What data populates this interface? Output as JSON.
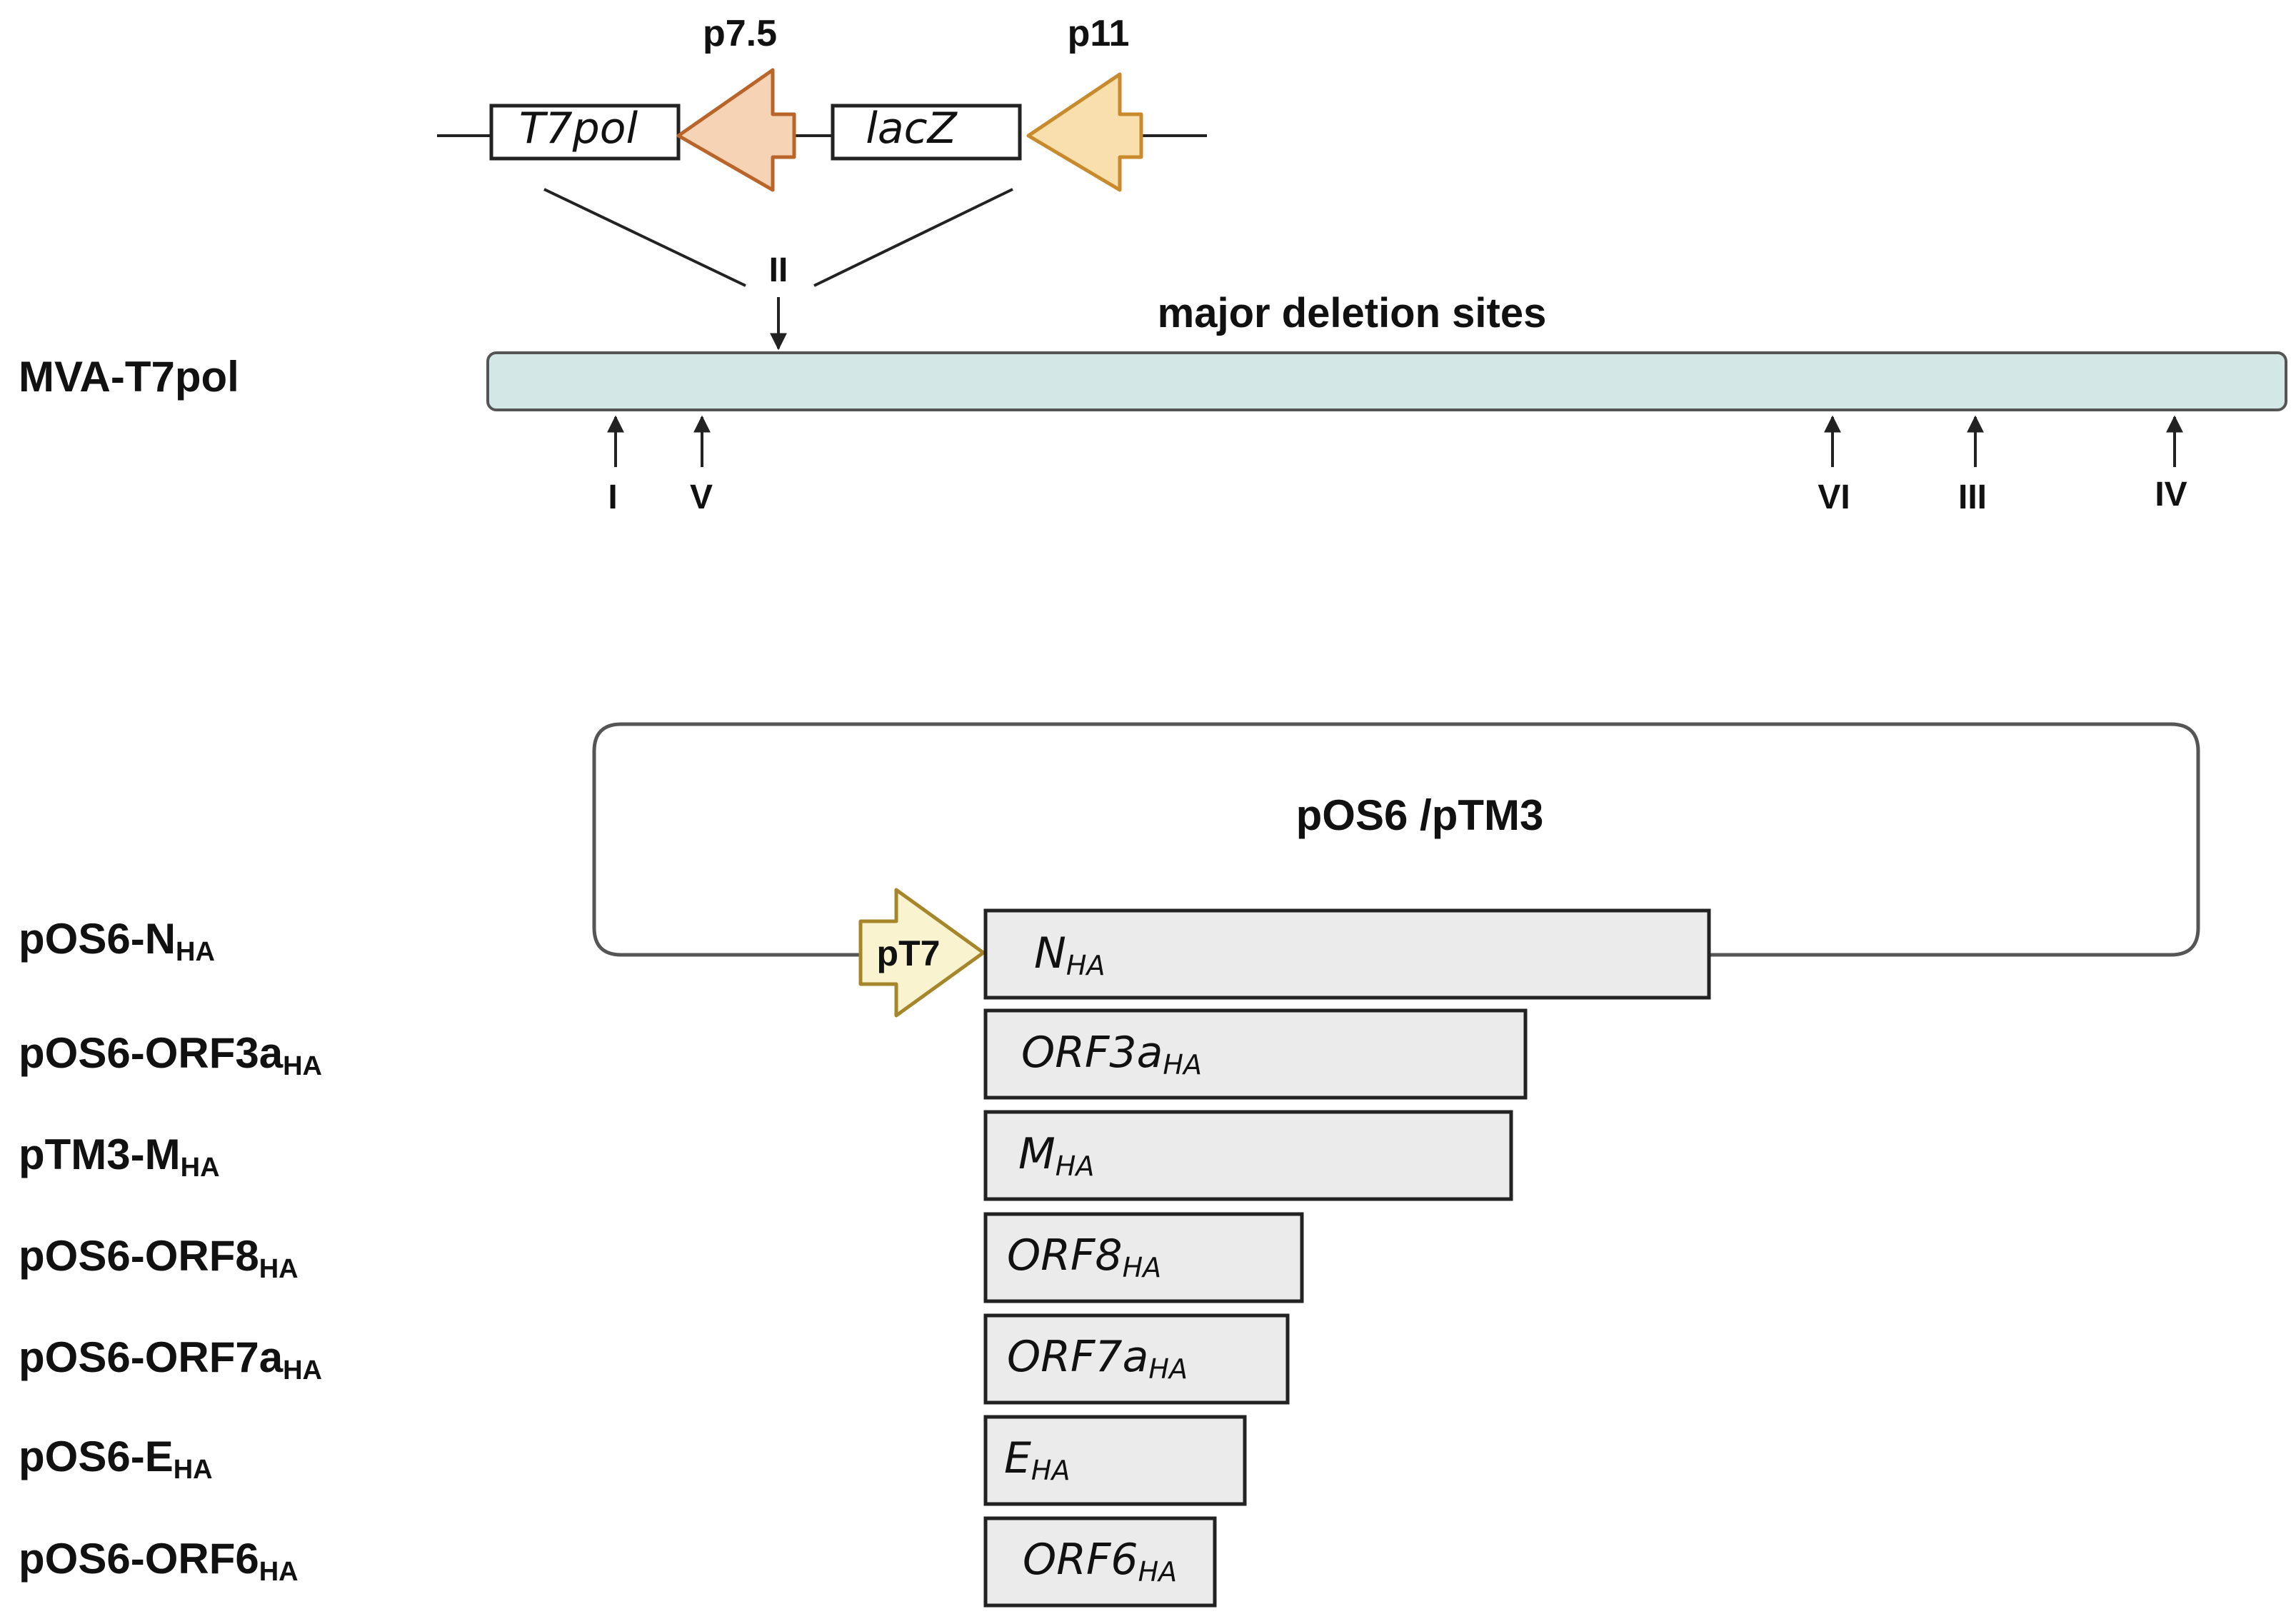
{
  "cassette": {
    "promoter1": "p7.5",
    "promoter2": "p11",
    "gene1": "T7pol",
    "gene2": "lacZ"
  },
  "genome": {
    "label": "MVA-T7pol",
    "caption": "major deletion sites",
    "insert_site": "II",
    "sites": [
      "I",
      "V",
      "VI",
      "III",
      "IV"
    ]
  },
  "plasmid": {
    "label": "pOS6 /pTM3",
    "promoter": "pT7"
  },
  "constructs": [
    {
      "prefix": "pOS6-",
      "name": "N",
      "sub": "HA"
    },
    {
      "prefix": "pOS6-",
      "name": "ORF3a",
      "sub": "HA"
    },
    {
      "prefix": "pTM3-",
      "name": "M",
      "sub": "HA"
    },
    {
      "prefix": "pOS6-",
      "name": "ORF8",
      "sub": "HA"
    },
    {
      "prefix": "pOS6-",
      "name": "ORF7a",
      "sub": "HA"
    },
    {
      "prefix": "pOS6-",
      "name": "E",
      "sub": "HA"
    },
    {
      "prefix": "pOS6-",
      "name": "ORF6",
      "sub": "HA"
    }
  ],
  "colors": {
    "genome_fill": "#d3e8e6",
    "p75_fill": "#f5d3b4",
    "p75_stroke": "#b9652a",
    "p11_fill": "#f9dfad",
    "p11_stroke": "#c98a2c",
    "pt7_fill": "#f9f3cf",
    "pt7_stroke": "#a5862a",
    "gene_fill": "#ebebeb"
  }
}
